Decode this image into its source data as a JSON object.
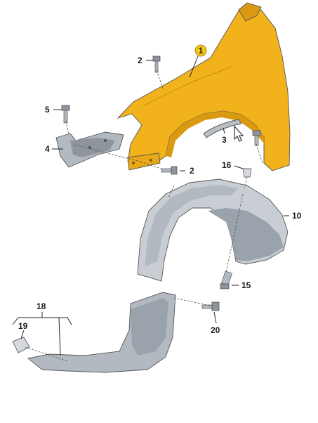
{
  "callouts": [
    {
      "id": "1",
      "label": "1"
    },
    {
      "id": "2a",
      "label": "2"
    },
    {
      "id": "2b",
      "label": "2"
    },
    {
      "id": "3",
      "label": "3"
    },
    {
      "id": "4",
      "label": "4"
    },
    {
      "id": "5",
      "label": "5"
    },
    {
      "id": "10",
      "label": "10"
    },
    {
      "id": "15",
      "label": "15"
    },
    {
      "id": "16",
      "label": "16"
    },
    {
      "id": "18",
      "label": "18"
    },
    {
      "id": "19",
      "label": "19"
    },
    {
      "id": "20",
      "label": "20"
    }
  ],
  "colors": {
    "fender": "#f2b21c",
    "fender_shade": "#d99a12",
    "liner": "#c9ced4",
    "liner_dark": "#9aa2ab",
    "hardware": "#8f959c",
    "badge": "#f5c518"
  }
}
